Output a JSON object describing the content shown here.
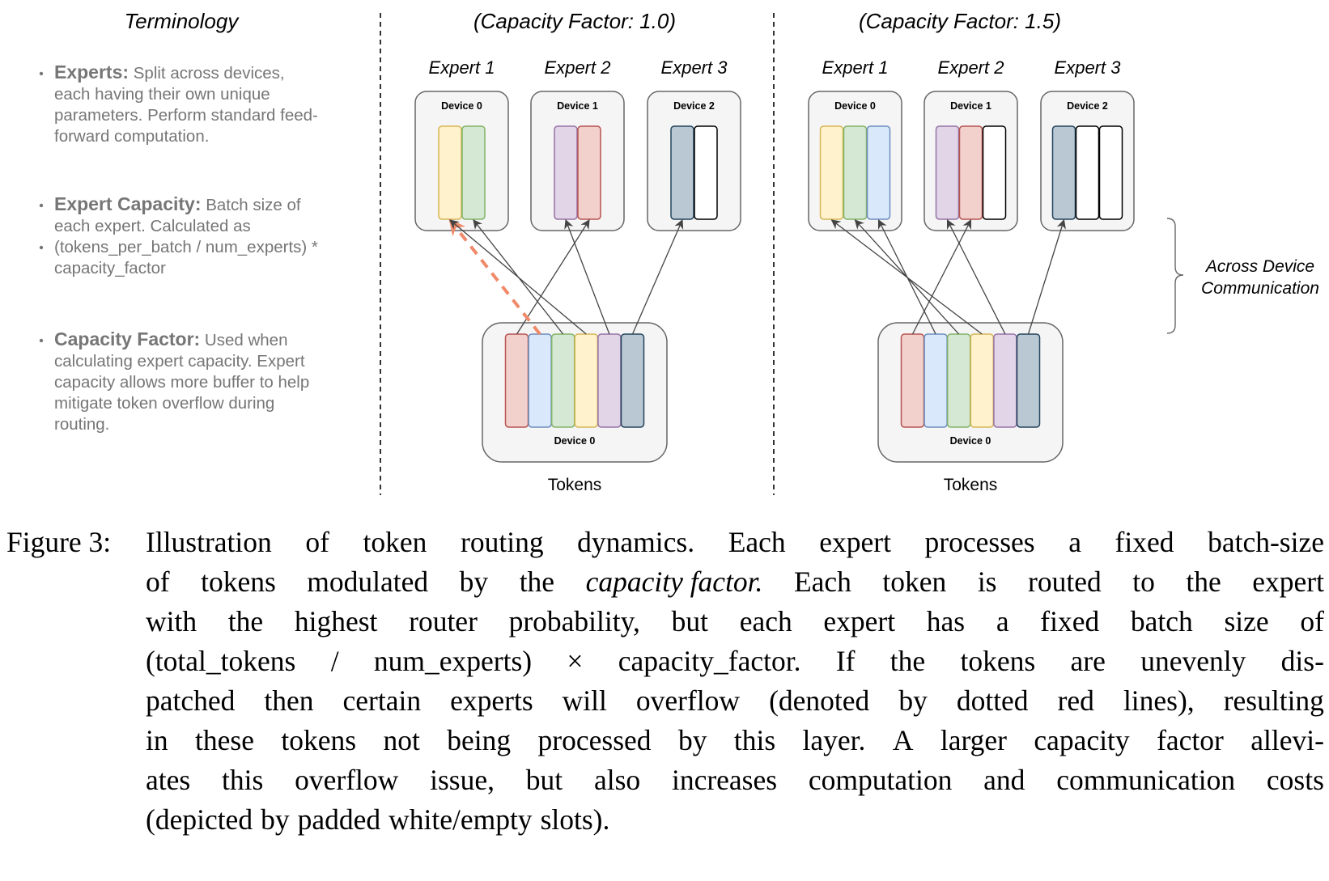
{
  "terminology": {
    "title": "Terminology",
    "items": [
      {
        "term": "Experts:",
        "lines": [
          {
            "bold": "Experts:",
            "text": " Split across devices,",
            "bullet": true
          },
          {
            "text": "each having their own unique"
          },
          {
            "text": "parameters. Perform standard feed-"
          },
          {
            "text": "forward computation."
          }
        ]
      },
      {
        "term": "Expert Capacity:",
        "lines": [
          {
            "bold": "Expert Capacity:",
            "text": " Batch size of",
            "bullet": true
          },
          {
            "text": "each expert. Calculated as"
          },
          {
            "text": "(tokens_per_batch / num_experts) *",
            "bullet": true
          },
          {
            "text": "capacity_factor"
          }
        ]
      },
      {
        "term": "Capacity Factor:",
        "lines": [
          {
            "bold": "Capacity Factor:",
            "text": " Used when",
            "bullet": true
          },
          {
            "text": "calculating expert capacity. Expert"
          },
          {
            "text": "capacity allows more buffer to help"
          },
          {
            "text": "mitigate token overflow during"
          },
          {
            "text": "routing."
          }
        ]
      }
    ]
  },
  "colors": {
    "red": {
      "fill": "#f2d0cc",
      "stroke": "#b85450"
    },
    "blue": {
      "fill": "#dae8fc",
      "stroke": "#6c8ebf"
    },
    "green": {
      "fill": "#d5e8d4",
      "stroke": "#82b366"
    },
    "yellow": {
      "fill": "#fff2cc",
      "stroke": "#d6b656"
    },
    "purple": {
      "fill": "#e1d5e7",
      "stroke": "#9673a6"
    },
    "slate": {
      "fill": "#bac8d3",
      "stroke": "#23445d"
    },
    "empty": {
      "fill": "#ffffff",
      "stroke": "#000000"
    },
    "overflow_arrow": "#f08a6a",
    "route_arrow": "#444444"
  },
  "panels": [
    {
      "title": "(Capacity Factor: 1.0)",
      "capacity_factor": 1.0,
      "experts": [
        {
          "label": "Expert 1",
          "device": "Device 0",
          "slots": [
            "yellow",
            "green"
          ]
        },
        {
          "label": "Expert 2",
          "device": "Device 1",
          "slots": [
            "purple",
            "red"
          ]
        },
        {
          "label": "Expert 3",
          "device": "Device 2",
          "slots": [
            "slate",
            "empty"
          ]
        }
      ],
      "tokens": {
        "label": "Tokens",
        "device": "Device 0",
        "slots": [
          "red",
          "blue",
          "green",
          "yellow",
          "purple",
          "slate"
        ]
      },
      "routes": [
        {
          "token": 0,
          "expert": 1,
          "slot": 1,
          "overflow": false
        },
        {
          "token": 1,
          "expert": 0,
          "slot": 0,
          "overflow": true
        },
        {
          "token": 2,
          "expert": 0,
          "slot": 1,
          "overflow": false
        },
        {
          "token": 3,
          "expert": 0,
          "slot": 0,
          "overflow": false
        },
        {
          "token": 4,
          "expert": 1,
          "slot": 0,
          "overflow": false
        },
        {
          "token": 5,
          "expert": 2,
          "slot": 0,
          "overflow": false
        }
      ]
    },
    {
      "title": "(Capacity Factor: 1.5)",
      "capacity_factor": 1.5,
      "experts": [
        {
          "label": "Expert 1",
          "device": "Device 0",
          "slots": [
            "yellow",
            "green",
            "blue"
          ]
        },
        {
          "label": "Expert 2",
          "device": "Device 1",
          "slots": [
            "purple",
            "red",
            "empty"
          ]
        },
        {
          "label": "Expert 3",
          "device": "Device 2",
          "slots": [
            "slate",
            "empty",
            "empty"
          ]
        }
      ],
      "tokens": {
        "label": "Tokens",
        "device": "Device 0",
        "slots": [
          "red",
          "blue",
          "green",
          "yellow",
          "purple",
          "slate"
        ]
      },
      "routes": [
        {
          "token": 0,
          "expert": 1,
          "slot": 1,
          "overflow": false
        },
        {
          "token": 1,
          "expert": 0,
          "slot": 2,
          "overflow": false
        },
        {
          "token": 2,
          "expert": 0,
          "slot": 1,
          "overflow": false
        },
        {
          "token": 3,
          "expert": 0,
          "slot": 0,
          "overflow": false
        },
        {
          "token": 4,
          "expert": 1,
          "slot": 0,
          "overflow": false
        },
        {
          "token": 5,
          "expert": 2,
          "slot": 0,
          "overflow": false
        }
      ]
    }
  ],
  "annotation": {
    "line1": "Across Device",
    "line2": "Communication"
  },
  "caption": {
    "label": "Figure 3:",
    "lines": [
      [
        "Illustration",
        "of",
        "token",
        "routing",
        "dynamics.",
        "Each",
        "expert",
        "processes",
        "a",
        "fixed",
        "batch-size"
      ],
      [
        "of",
        "tokens",
        "modulated",
        "by",
        "the",
        "*capacity",
        "*factor.",
        "Each",
        "token",
        "is",
        "routed",
        "to",
        "the",
        "expert"
      ],
      [
        "with",
        "the",
        "highest",
        "router",
        "probability,",
        "but",
        "each",
        "expert",
        "has",
        "a",
        "fixed",
        "batch",
        "size",
        "of"
      ],
      [
        "(total_tokens",
        "/",
        "num_experts)",
        "×",
        "capacity_factor.",
        "If",
        "the",
        "tokens",
        "are",
        "unevenly",
        "dis-"
      ],
      [
        "patched",
        "then",
        "certain",
        "experts",
        "will",
        "overflow",
        "(denoted",
        "by",
        "dotted",
        "red",
        "lines),",
        "resulting"
      ],
      [
        "in",
        "these",
        "tokens",
        "not",
        "being",
        "processed",
        "by",
        "this",
        "layer.",
        "A",
        "larger",
        "capacity",
        "factor",
        "allevi-"
      ],
      [
        "ates",
        "this",
        "overflow",
        "issue,",
        "but",
        "also",
        "increases",
        "computation",
        "and",
        "communication",
        "costs"
      ],
      [
        "(depicted",
        "by",
        "padded",
        "white/empty",
        "slots)."
      ]
    ]
  }
}
